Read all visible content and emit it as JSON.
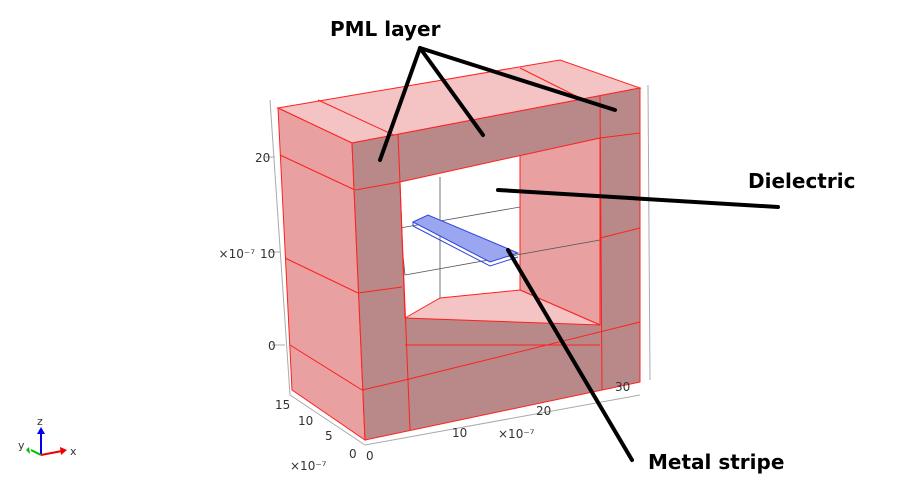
{
  "annotations": {
    "pml": "PML layer",
    "dielectric": "Dielectric",
    "metal": "Metal stripe"
  },
  "axes": {
    "z_ticks": [
      "20",
      "10",
      "0"
    ],
    "z_scale": "×10⁻⁷",
    "y_ticks": [
      "15",
      "10",
      "5",
      "0"
    ],
    "y_scale": "×10⁻⁷",
    "x_ticks": [
      "0",
      "10",
      "20",
      "30"
    ],
    "x_scale": "×10⁻⁷"
  },
  "triad": {
    "x": "x",
    "y": "y",
    "z": "z"
  },
  "colors": {
    "pml_face": "#e8a0a0",
    "pml_front": "#b98888",
    "pml_top": "#f4c4c4",
    "edge": "#ff2020",
    "metal": "#9aa6f0"
  }
}
